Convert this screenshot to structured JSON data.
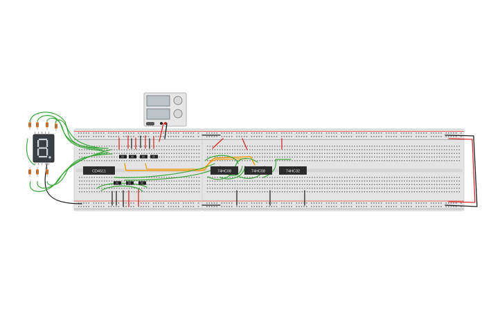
{
  "colors": {
    "background": "#ffffff",
    "breadboard": "#e4e4e4",
    "breadboard_edge": "#d2d2d2",
    "hole": "#6f6f6f",
    "rail_red": "#e53935",
    "rail_blue": "#9aa0a8",
    "wire_green": "#3aa83a",
    "wire_orange": "#f39c12",
    "wire_black": "#1a1a1a",
    "wire_red": "#d62828",
    "chip": "#2b2b2b",
    "chip_label": "#e8e8e8",
    "display_body": "#3a3f44",
    "display_segment": "#d0d4d8",
    "resistor_body": "#e2b04a",
    "power_supply_body": "#e7e7e7",
    "power_supply_screen": "#bcc4c8"
  },
  "chips": [
    {
      "label": "CD4511"
    },
    {
      "label": "74HC08"
    },
    {
      "label": "74HC08"
    },
    {
      "label": "74HC32"
    }
  ],
  "components": {
    "display": {
      "icon": "seven-segment-display-icon"
    },
    "resistors": {
      "icon": "resistor-icon",
      "count": 7
    },
    "power_supply": {
      "icon": "power-supply-icon"
    }
  }
}
